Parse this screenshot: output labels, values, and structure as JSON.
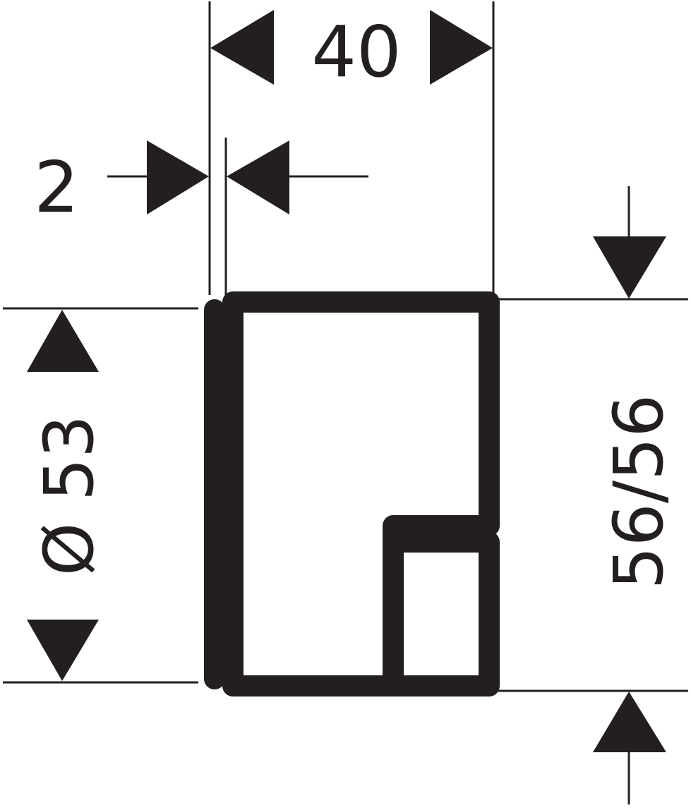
{
  "drawing": {
    "dimensions": {
      "width": "40",
      "wall": "2",
      "diameter": "Ø 53",
      "height": "56/56"
    },
    "colors": {
      "ink": "#231f20",
      "background": "#ffffff"
    }
  }
}
